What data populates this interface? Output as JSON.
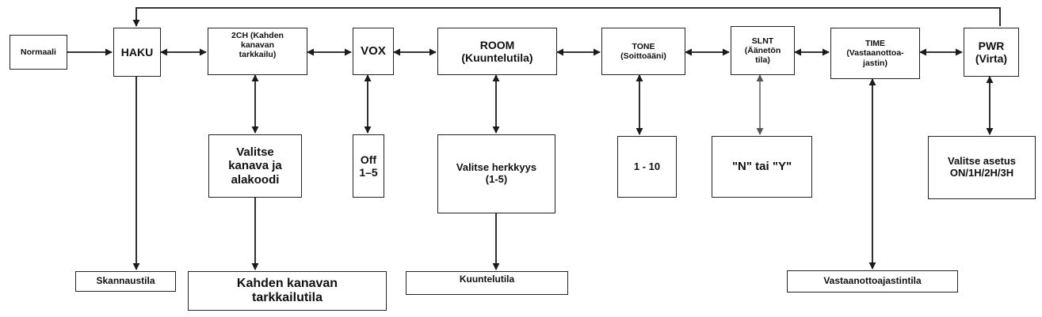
{
  "diagram": {
    "nodes": {
      "normaali": "Normaali",
      "haku": "HAKU",
      "ch2": "2CH (Kahden\nkanavan\ntarkkailu)",
      "vox": "VOX",
      "room": "ROOM\n(Kuuntelutila)",
      "tone": "TONE\n(Soittoääni)",
      "slnt": "SLNT\n(Äänetön\ntila)",
      "time": "TIME\n(Vastaanottoa-\njastin)",
      "pwr": "PWR\n(Virta)",
      "valitse_kanava": "Valitse\nkanava ja\nalakoodi",
      "off": "Off\n1–5",
      "herkkyys": "Valitse herkkyys\n(1-5)",
      "tone_range": "1 - 10",
      "ny": "\"N\" tai \"Y\"",
      "asetus": "Valitse asetus\nON/1H/2H/3H",
      "skannaustila": "Skannaustila",
      "kahden_kanavan": "Kahden kanavan\ntarkkailutila",
      "kuuntelutila": "Kuuntelutila",
      "vastaanottoajastintila": "Vastaanottoajastintila"
    },
    "line_color": "#1a1a1a",
    "bidirectional_link_color": "#888888"
  }
}
